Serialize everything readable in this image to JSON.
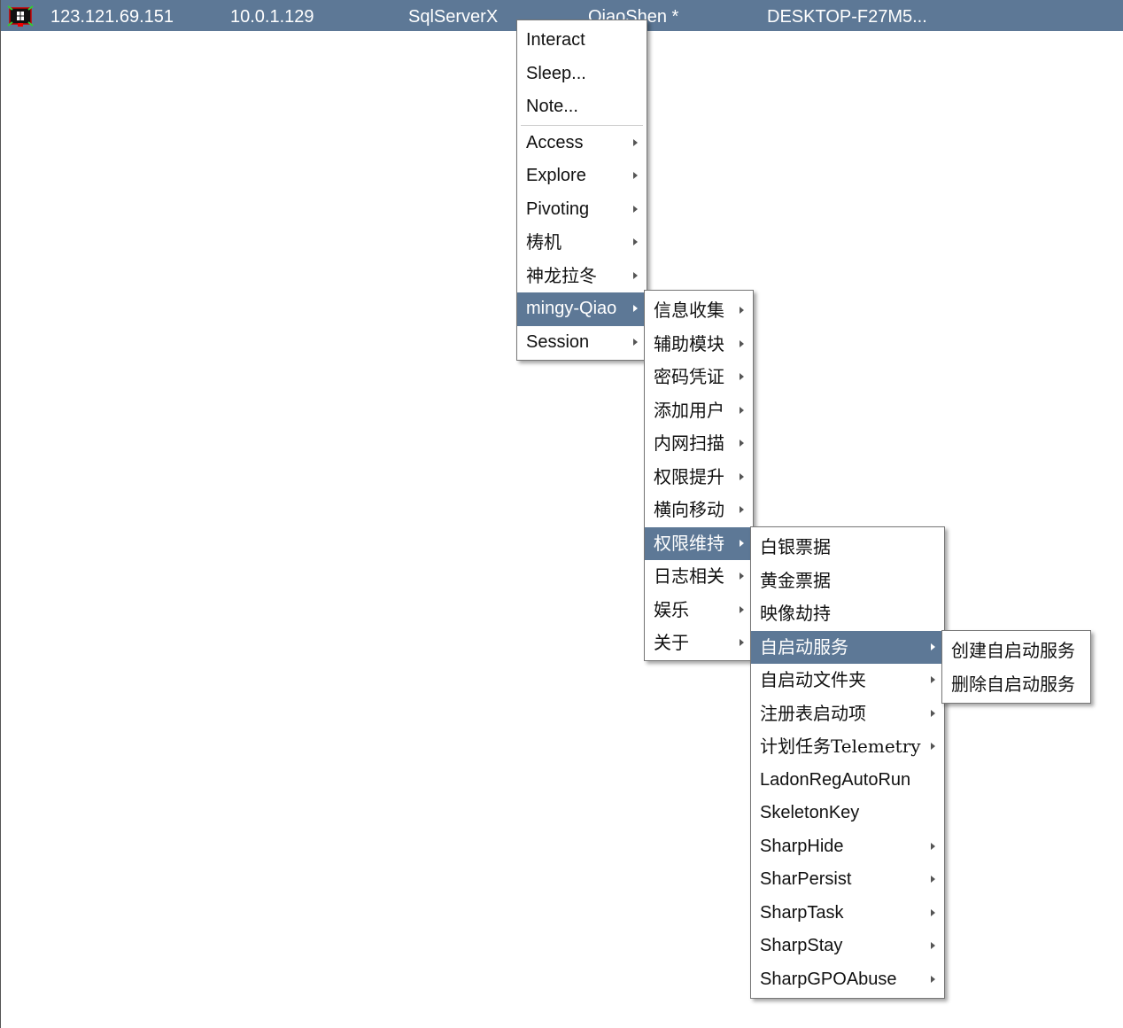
{
  "session_row": {
    "external_ip": "123.121.69.151",
    "internal_ip": "10.0.1.129",
    "listener": "SqlServerX",
    "user": "QiaoShen *",
    "computer": "DESKTOP-F27M5..."
  },
  "menu1": {
    "items_top": [
      "Interact",
      "Sleep...",
      "Note..."
    ],
    "items": [
      {
        "label": "Access",
        "sub": true
      },
      {
        "label": "Explore",
        "sub": true
      },
      {
        "label": "Pivoting",
        "sub": true
      },
      {
        "label": "梼机",
        "sub": true
      },
      {
        "label": "神龙拉冬",
        "sub": true
      },
      {
        "label": "mingy-Qiao",
        "sub": true,
        "selected": true
      },
      {
        "label": "Session",
        "sub": true
      }
    ]
  },
  "menu2": {
    "items": [
      {
        "label": "信息收集"
      },
      {
        "label": "辅助模块"
      },
      {
        "label": "密码凭证"
      },
      {
        "label": "添加用户"
      },
      {
        "label": "内网扫描"
      },
      {
        "label": "权限提升"
      },
      {
        "label": "横向移动"
      },
      {
        "label": "权限维持",
        "selected": true
      },
      {
        "label": "日志相关"
      },
      {
        "label": "娱乐"
      },
      {
        "label": "关于"
      }
    ]
  },
  "menu3": {
    "items": [
      {
        "label": "白银票据",
        "sub": false
      },
      {
        "label": "黄金票据",
        "sub": false
      },
      {
        "label": "映像劫持",
        "sub": false
      },
      {
        "label": "自启动服务",
        "sub": true,
        "selected": true
      },
      {
        "label": "自启动文件夹",
        "sub": true
      },
      {
        "label": "注册表启动项",
        "sub": true
      },
      {
        "label": "计划任务Telemetry",
        "sub": true
      },
      {
        "label": "LadonRegAutoRun",
        "sub": false
      },
      {
        "label": "SkeletonKey",
        "sub": false
      },
      {
        "label": "SharpHide",
        "sub": true
      },
      {
        "label": "SharPersist",
        "sub": true
      },
      {
        "label": "SharpTask",
        "sub": true
      },
      {
        "label": "SharpStay",
        "sub": true
      },
      {
        "label": "SharpGPOAbuse",
        "sub": true
      }
    ]
  },
  "menu4": {
    "items": [
      {
        "label": "创建自启动服务"
      },
      {
        "label": "删除自启动服务"
      }
    ]
  }
}
